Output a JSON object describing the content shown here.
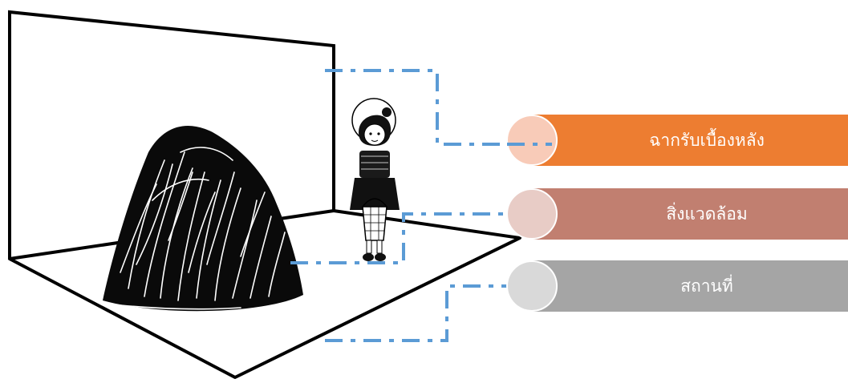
{
  "labels": [
    {
      "text": "ฉากรับเบื้องหลัง",
      "band_color": "#ED7D31",
      "circle_color": "#F8CBB8"
    },
    {
      "text": "สิ่งแวดล้อม",
      "band_color": "#C17F70",
      "circle_color": "#E8CCC6"
    },
    {
      "text": "สถานที่",
      "band_color": "#A5A5A5",
      "circle_color": "#D9D9D9"
    }
  ],
  "connector_color": "#5B9BD5",
  "line_color": "#000000"
}
